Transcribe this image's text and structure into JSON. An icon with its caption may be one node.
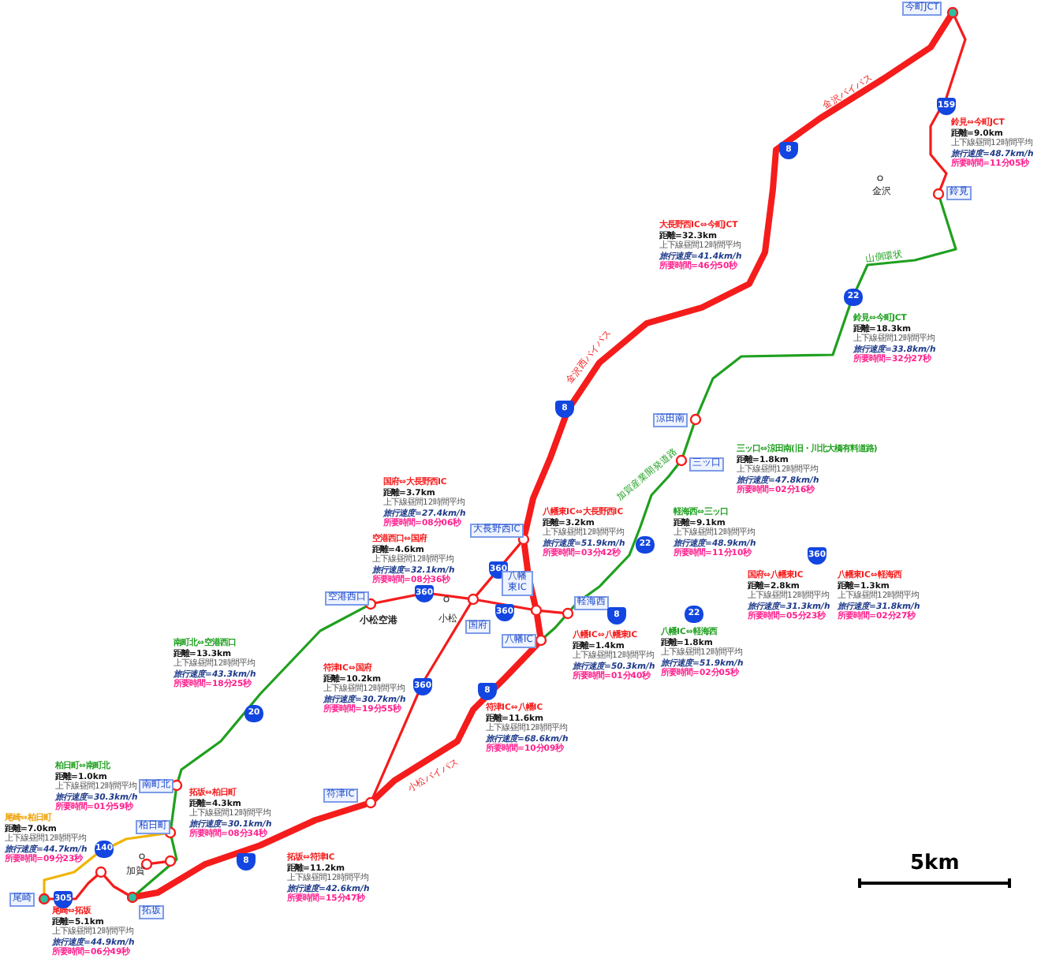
{
  "diagram": {
    "nodes": [
      {
        "text": [],
        "shape": "circle"
      },
      {
        "text": [],
        "shape": "circle"
      },
      {
        "text": [],
        "shape": "circle"
      },
      {
        "text": [],
        "shape": "circle"
      },
      {
        "text": [],
        "shape": "circle"
      },
      {
        "text": [],
        "shape": "circle"
      },
      {
        "text": [],
        "shape": "circle"
      },
      {
        "text": [],
        "shape": "circle"
      },
      {
        "text": [],
        "shape": "circle"
      },
      {
        "text": [],
        "shape": "circle"
      },
      {
        "text": [],
        "shape": "circle"
      },
      {
        "text": [],
        "shape": "circle"
      },
      {
        "text": [],
        "shape": "circle"
      },
      {
        "text": [],
        "shape": "circle"
      },
      {
        "text": [],
        "shape": "circle"
      },
      {
        "text": [],
        "shape": "circle"
      },
      {
        "text": [],
        "shape": "circle"
      },
      {
        "text": [],
        "shape": "circle"
      }
    ],
    "edges": [
      {
        "from": 0,
        "to": 4,
        "arrow": "none",
        "style": "thick"
      },
      {
        "from": 4,
        "to": 7,
        "arrow": "none",
        "style": "thick"
      },
      {
        "from": 7,
        "to": 9,
        "arrow": "none",
        "style": "thick"
      },
      {
        "from": 9,
        "to": 10,
        "arrow": "none",
        "style": "thick"
      },
      {
        "from": 10,
        "to": 14,
        "arrow": "none",
        "style": "thick"
      },
      {
        "from": 0,
        "to": 1,
        "arrow": "none"
      },
      {
        "from": 1,
        "to": 2,
        "arrow": "none",
        "color": "#1fa01f"
      },
      {
        "from": 2,
        "to": 3,
        "arrow": "none",
        "color": "#1fa01f"
      },
      {
        "from": 3,
        "to": 8,
        "arrow": "none",
        "color": "#1fa01f"
      },
      {
        "from": 8,
        "to": 9,
        "arrow": "none",
        "color": "#1fa01f"
      },
      {
        "from": 5,
        "to": 6,
        "arrow": "none"
      },
      {
        "from": 6,
        "to": 7,
        "arrow": "none"
      },
      {
        "from": 7,
        "to": 8,
        "arrow": "none"
      },
      {
        "from": 6,
        "to": 4,
        "arrow": "none"
      },
      {
        "from": 6,
        "to": 10,
        "arrow": "none"
      },
      {
        "from": 5,
        "to": 11,
        "arrow": "none",
        "color": "#1fa01f"
      },
      {
        "from": 11,
        "to": 12,
        "arrow": "none",
        "color": "#1fa01f"
      },
      {
        "from": 12,
        "to": 14,
        "arrow": "none",
        "color": "#1fa01f"
      },
      {
        "from": 12,
        "to": 13,
        "arrow": "none",
        "color": "#f0b400"
      },
      {
        "from": 13,
        "to": 15,
        "arrow": "none"
      },
      {
        "from": 15,
        "to": 14,
        "arrow": "none"
      },
      {
        "from": 16,
        "to": 17,
        "arrow": "none"
      }
    ],
    "labels": [
      "今町JCT",
      "金沢バイパス",
      "8",
      "159",
      "鈴見⇔今町JCT",
      "距離=9.0km",
      "上下線昼間12時間平均",
      "旅行速度=48.7km/h",
      "所要時間=11分05秒",
      "金沢",
      "鈴見",
      "山側環状",
      "22",
      "鈴見⇔今町JCT",
      "距離=18.3km",
      "上下線昼間12時間平均",
      "旅行速度=33.8km/h",
      "所要時間=32分27秒",
      "大長野西IC⇔今町JCT",
      "距離=32.3km",
      "上下線昼間12時間平均",
      "旅行速度=41.4km/h",
      "所要時間=46分50秒",
      "金沢西バイパス",
      "8",
      "涼田南",
      "三ッ口⇔涼田南(旧・川北大橋有料道路)",
      "距離=1.8km",
      "上下線昼間12時間平均",
      "旅行速度=47.8km/h",
      "所要時間=02分16秒",
      "三ッ口",
      "加賀産業開発道路",
      "国府⇔大長野西IC",
      "距離=3.7km",
      "上下線昼間12時間平均",
      "旅行速度=27.4km/h",
      "所要時間=08分06秒",
      "22",
      "軽海西⇔三ッ口",
      "距離=9.1km",
      "上下線昼間12時間平均",
      "旅行速度=48.9km/h",
      "所要時間=11分10秒",
      "大長野西IC",
      "八幡東IC⇔大長野西IC",
      "距離=3.2km",
      "上下線昼間12時間平均",
      "旅行速度=51.9km/h",
      "所要時間=03分42秒",
      "360",
      "空港西口⇔国府",
      "距離=4.6km",
      "上下線昼間12時間平均",
      "旅行速度=32.1km/h",
      "所要時間=08分36秒",
      "空港西口",
      "360",
      "八幡東IC",
      "軽海西",
      "小松空港",
      "小松",
      "国府",
      "360",
      "八幡IC",
      "8",
      "八幡IC⇔八幡東IC",
      "距離=1.4km",
      "上下線昼間12時間平均",
      "旅行速度=50.3km/h",
      "所要時間=01分40秒",
      "360",
      "国府⇔八幡東IC",
      "距離=2.8km",
      "上下線昼間12時間平均",
      "旅行速度=31.3km/h",
      "所要時間=05分23秒",
      "八幡東IC⇔軽海西",
      "距離=1.3km",
      "上下線昼間12時間平均",
      "旅行速度=31.8km/h",
      "所要時間=02分27秒",
      "22",
      "八幡IC⇔軽海西",
      "距離=1.8km",
      "上下線昼間12時間平均",
      "旅行速度=51.9km/h",
      "所要時間=02分05秒",
      "符津IC⇔国府",
      "距離=10.2km",
      "上下線昼間12時間平均",
      "旅行速度=30.7km/h",
      "所要時間=19分55秒",
      "360",
      "8",
      "符津IC⇔八幡IC",
      "距離=11.6km",
      "上下線昼間12時間平均",
      "旅行速度=68.6km/h",
      "所要時間=10分09秒",
      "小松バイパス",
      "南町北⇔空港西口",
      "距離=13.3km",
      "上下線昼間12時間平均",
      "旅行速度=43.3km/h",
      "所要時間=18分25秒",
      "20",
      "符津IC",
      "柏日町⇔南町北",
      "距離=1.0km",
      "上下線昼間12時間平均",
      "旅行速度=30.3km/h",
      "所要時間=01分59秒",
      "南町北",
      "柏日町",
      "拓坂⇔柏日町",
      "距離=4.3km",
      "上下線昼間12時間平均",
      "旅行速度=30.1km/h",
      "所要時間=08分34秒",
      "尾崎⇔柏日町",
      "距離=7.0km",
      "上下線昼間12時間平均",
      "旅行速度=44.7km/h",
      "所要時間=09分23秒",
      "140",
      "加賀",
      "8",
      "拓坂⇔符津IC",
      "距離=11.2km",
      "上下線昼間12時間平均",
      "旅行速度=42.6km/h",
      "所要時間=15分47秒",
      "305",
      "尾崎",
      "拓坂",
      "尾崎⇔拓坂",
      "距離=5.1km",
      "上下線昼間12時間平均",
      "旅行速度=44.9km/h",
      "所要時間=06分49秒",
      "5km"
    ]
  }
}
